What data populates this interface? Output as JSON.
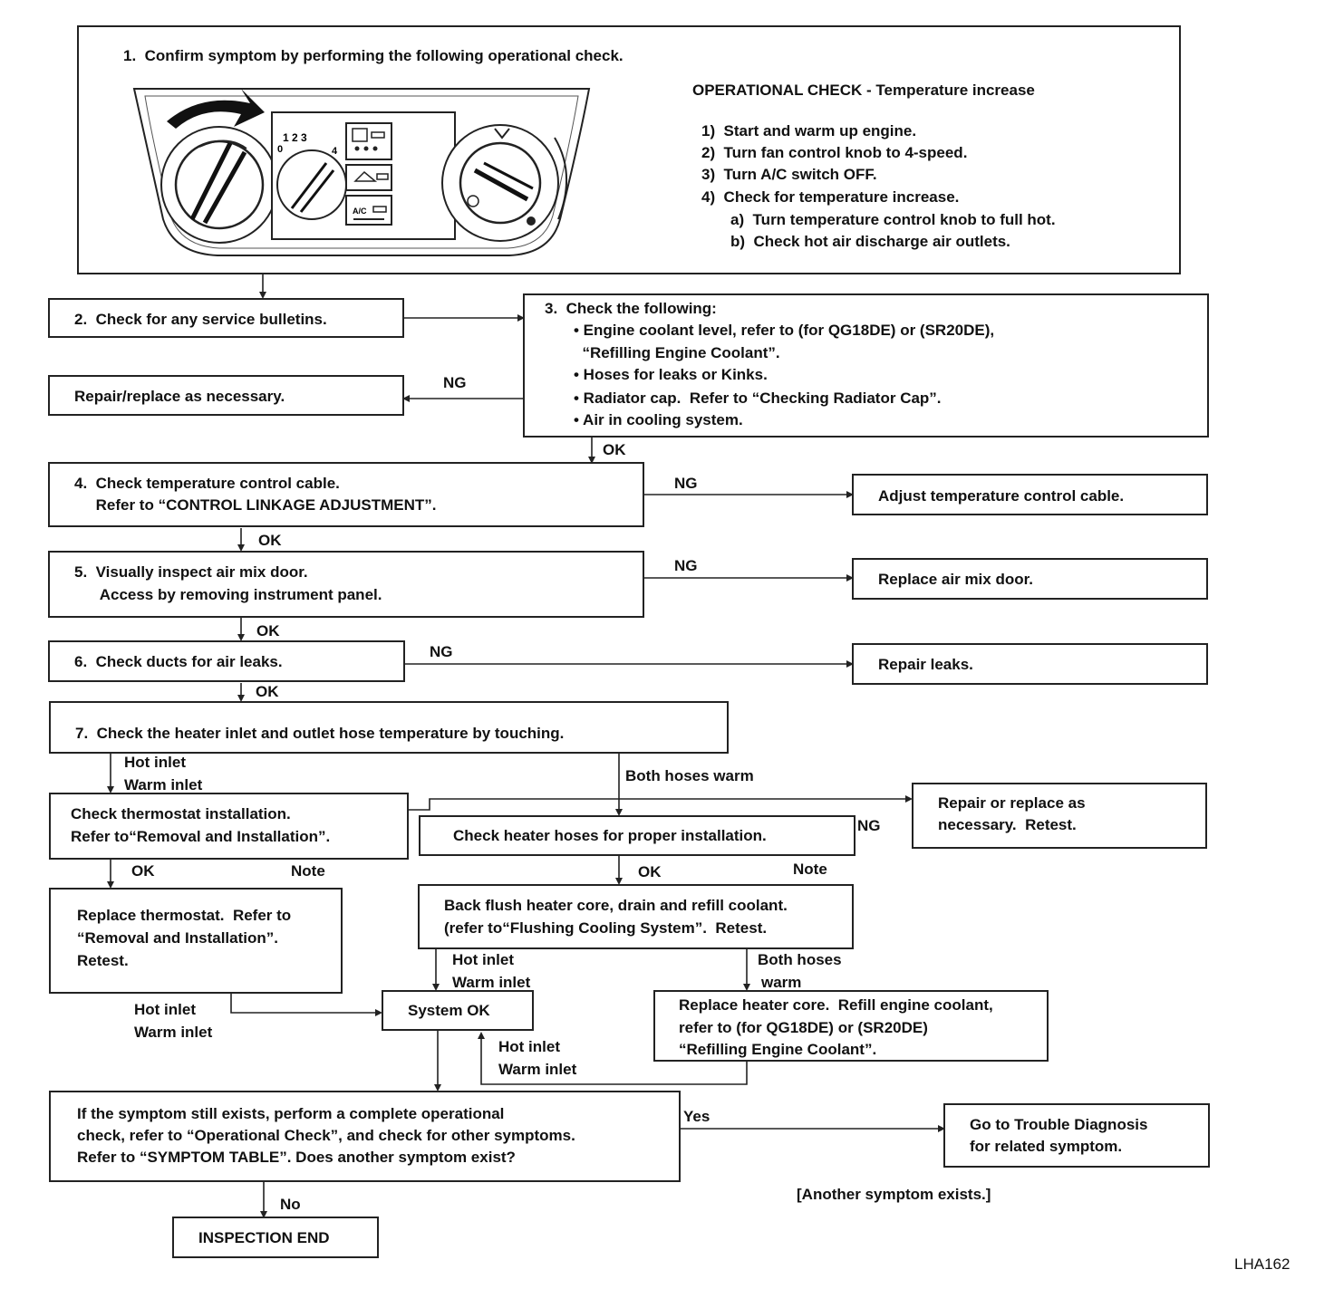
{
  "step1": {
    "instruction": "1.  Confirm symptom by performing the following operational check.",
    "op_title": "OPERATIONAL CHECK - Temperature increase",
    "op_steps": [
      "1)  Start and warm up engine.",
      "2)  Turn fan control knob to 4-speed.",
      "3)  Turn A/C switch OFF.",
      "4)  Check for temperature increase."
    ],
    "op_substeps": [
      "a)  Turn temperature control knob to full hot.",
      "b)  Check hot air discharge air outlets."
    ],
    "panel": {
      "fan_scale": "1 2 3",
      "fan_off": "0",
      "fan_max": "4",
      "ac_button": "A/C"
    }
  },
  "step2": {
    "text": "2.  Check for any service bulletins."
  },
  "step3": {
    "title": "3.  Check the following:",
    "items": [
      "• Engine coolant level, refer to (for QG18DE) or (SR20DE),",
      "  “Refilling Engine Coolant”.",
      "• Hoses for leaks or Kinks.",
      "• Radiator cap.  Refer to “Checking Radiator Cap”.",
      "• Air in cooling system."
    ]
  },
  "repair_replace": {
    "text": "Repair/replace as necessary."
  },
  "step4": {
    "lines": [
      "4.  Check temperature control cable.",
      "     Refer to “CONTROL LINKAGE ADJUSTMENT”."
    ]
  },
  "adjust_cable": {
    "text": "Adjust temperature control cable."
  },
  "step5": {
    "lines": [
      "5.  Visually inspect air mix door.",
      "      Access by removing instrument panel."
    ]
  },
  "replace_door": {
    "text": "Replace air mix door."
  },
  "step6": {
    "text": "6.  Check ducts for air leaks."
  },
  "repair_leaks": {
    "text": "Repair leaks."
  },
  "step7": {
    "text": "7.  Check the heater inlet and outlet hose temperature by touching."
  },
  "thermostat_check": {
    "lines": [
      "Check thermostat installation.",
      "Refer to“Removal and Installation”."
    ]
  },
  "heater_hoses": {
    "text": "Check heater hoses for proper installation."
  },
  "repair_retest": {
    "lines": [
      "Repair or replace as",
      "necessary.  Retest."
    ]
  },
  "replace_thermostat": {
    "lines": [
      "Replace thermostat.  Refer to",
      "“Removal and Installation”.",
      "Retest."
    ]
  },
  "back_flush": {
    "lines": [
      "Back flush heater core, drain and refill coolant.",
      "(refer to“Flushing Cooling System”.  Retest."
    ]
  },
  "system_ok": {
    "text": "System OK"
  },
  "replace_core": {
    "lines": [
      "Replace heater core.  Refill engine coolant,",
      "refer to (for QG18DE) or (SR20DE)",
      "“Refilling Engine Coolant”."
    ]
  },
  "final_question": {
    "lines": [
      "If the symptom still exists, perform a complete operational",
      "check, refer to “Operational Check”, and check for other symptoms.",
      "Refer to “SYMPTOM TABLE”. Does another symptom exist?"
    ]
  },
  "trouble_diag": {
    "lines": [
      "Go to Trouble Diagnosis",
      "for related symptom."
    ]
  },
  "inspection_end": {
    "text": "INSPECTION END"
  },
  "another_symptom": {
    "text": "[Another symptom exists.]"
  },
  "figure_id": {
    "text": "LHA162"
  },
  "labels": {
    "ng": "NG",
    "ok": "OK",
    "note": "Note",
    "hot_inlet": "Hot inlet",
    "warm_inlet": "Warm inlet",
    "both_hoses_warm": "Both hoses warm",
    "both_hoses": "Both hoses",
    "warm": "warm",
    "yes": "Yes",
    "no": "No"
  }
}
